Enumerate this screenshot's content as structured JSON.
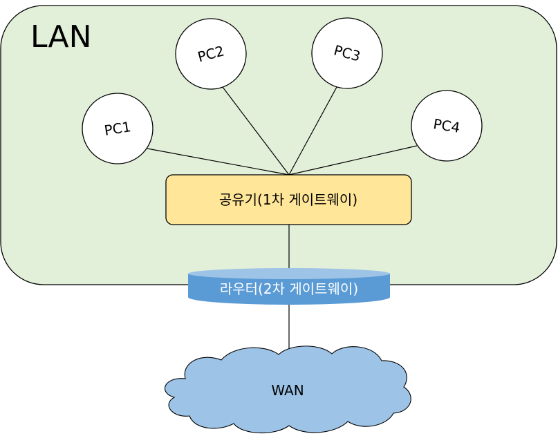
{
  "lan": {
    "label": "LAN",
    "fill": "#e2efd9",
    "stroke": "#000000"
  },
  "pcs": [
    {
      "label": "PC1"
    },
    {
      "label": "PC2"
    },
    {
      "label": "PC3"
    },
    {
      "label": "PC4"
    }
  ],
  "gateway1": {
    "label": "공유기(1차 게이트웨이)",
    "fill": "#ffe699"
  },
  "router": {
    "label": "라우터(2차 게이트웨이)",
    "fill": "#5b9bd5"
  },
  "wan": {
    "label": "WAN",
    "fill": "#9dc3e6"
  }
}
